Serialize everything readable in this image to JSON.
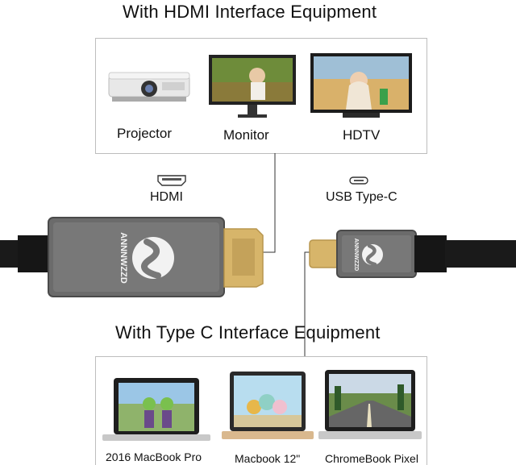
{
  "top_section": {
    "title": "With HDMI Interface Equipment",
    "devices": [
      {
        "label": "Projector",
        "icon": "projector-icon"
      },
      {
        "label": "Monitor",
        "icon": "monitor-icon"
      },
      {
        "label": "HDTV",
        "icon": "tv-icon"
      }
    ]
  },
  "cable": {
    "brand": "ANNNWZZD",
    "left_port_label": "HDMI",
    "right_port_label": "USB Type-C",
    "body_color": "#6b6b6b",
    "cord_color": "#1a1a1a",
    "plug_color": "#d7b56a"
  },
  "bottom_section": {
    "title": "With Type C Interface Equipment",
    "devices": [
      {
        "label": "2016 MacBook Pro",
        "icon": "laptop-icon"
      },
      {
        "label": "Macbook 12\"",
        "icon": "laptop-icon"
      },
      {
        "label": "ChromeBook Pixel",
        "icon": "laptop-icon"
      }
    ]
  }
}
